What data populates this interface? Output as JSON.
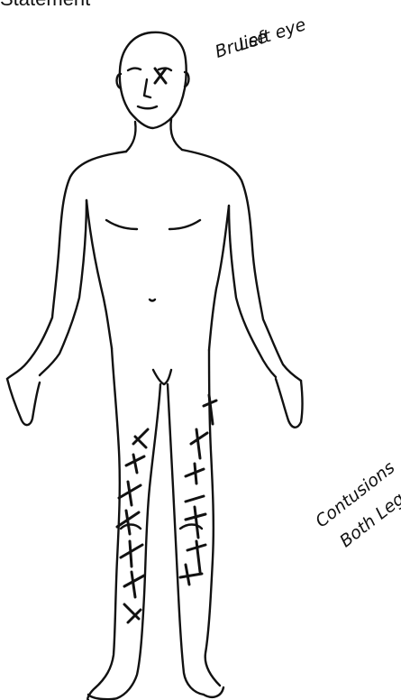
{
  "header": {
    "cut_heading": "Statement"
  },
  "annotations": {
    "eye_line1": "Bruise",
    "eye_line2": "Left eye",
    "legs_line1": "Contusions",
    "legs_line2": "Both Legs"
  },
  "colors": {
    "ink": "#111111",
    "paper": "#ffffff"
  }
}
